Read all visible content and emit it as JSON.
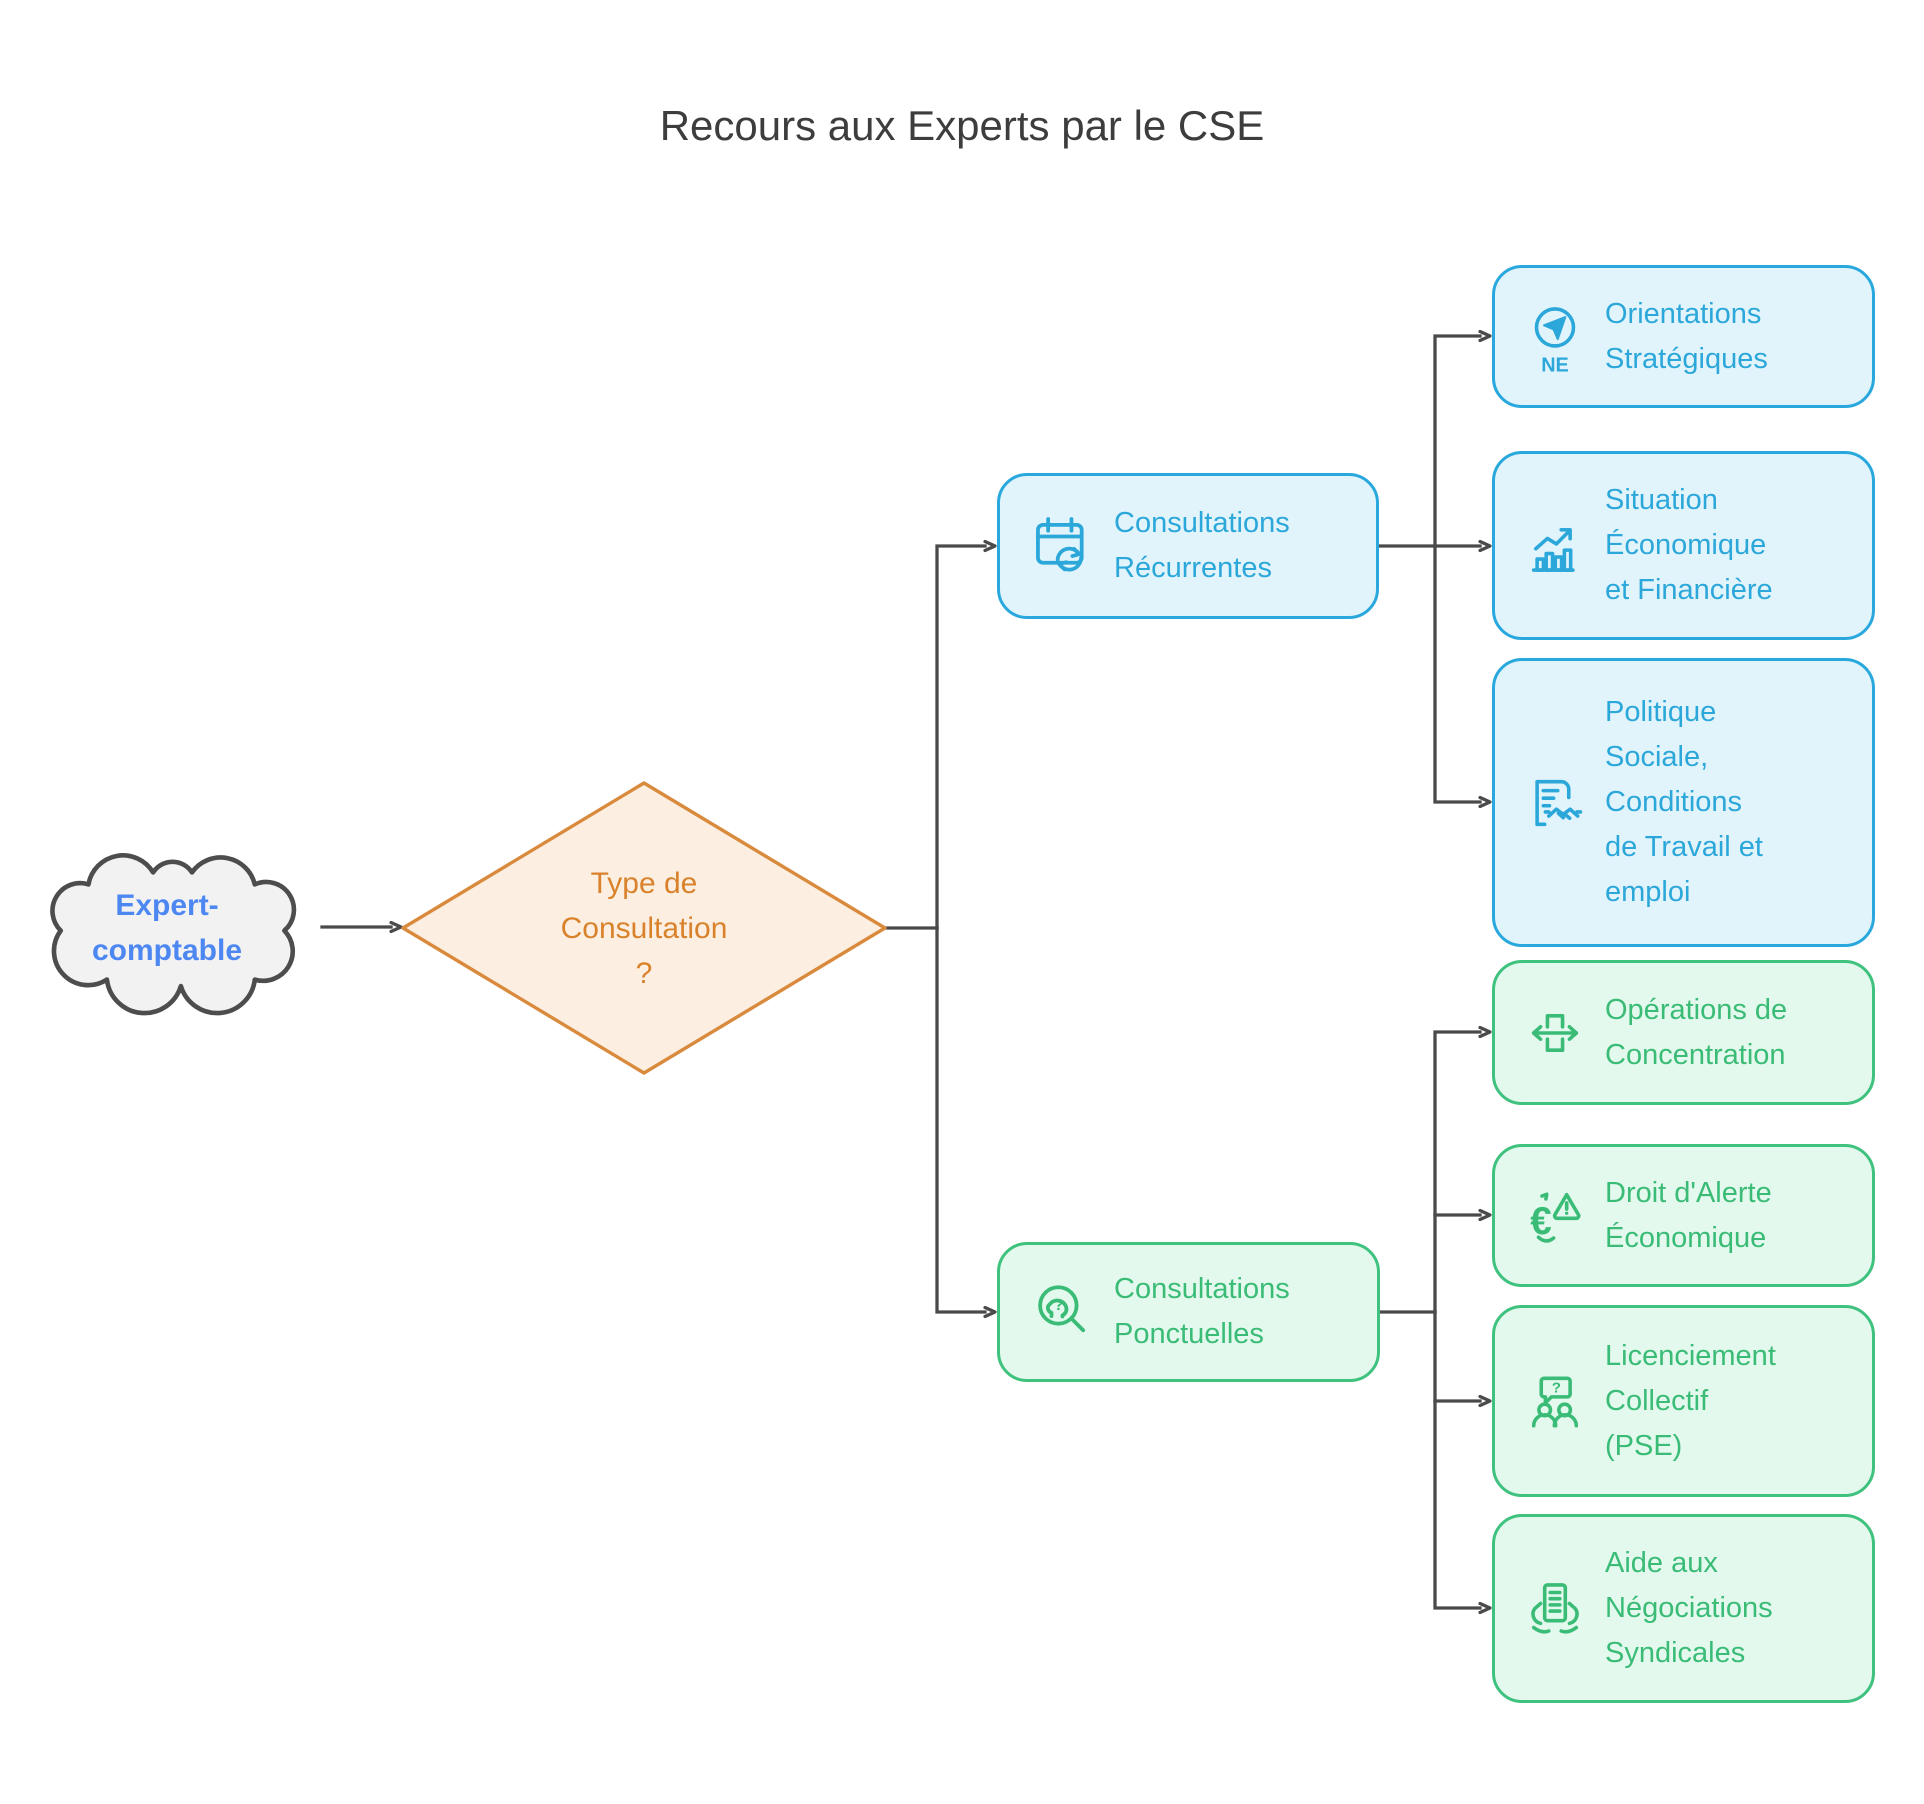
{
  "title": "Recours aux Experts par le CSE",
  "nodes": {
    "expert": {
      "label": "Expert-\ncomptable",
      "shape": "cloud"
    },
    "decision": {
      "label": "Type de\nConsultation\n?",
      "shape": "diamond"
    },
    "recurrentes": {
      "label": "Consultations\nRécurrentes",
      "icon": "calendar-sync-icon"
    },
    "ponctuelles": {
      "label": "Consultations\nPonctuelles",
      "icon": "magnifier-question-icon"
    },
    "orientations": {
      "label": "Orientations\nStratégiques",
      "icon": "compass-ne-icon"
    },
    "situation": {
      "label": "Situation\nÉconomique\net Financière",
      "icon": "chart-growth-icon"
    },
    "politique": {
      "label": "Politique\nSociale,\nConditions\nde Travail et\nemploi",
      "icon": "document-handshake-icon"
    },
    "operations": {
      "label": "Opérations de\nConcentration",
      "icon": "merge-arrows-icon"
    },
    "alerte": {
      "label": "Droit d'Alerte\nÉconomique",
      "icon": "euro-alert-icon"
    },
    "licenciement": {
      "label": "Licenciement\nCollectif\n(PSE)",
      "icon": "people-question-icon"
    },
    "negociations": {
      "label": "Aide aux\nNégociations\nSyndicales",
      "icon": "hands-document-icon"
    }
  },
  "icon_texts": {
    "compass": "NE",
    "euro": "€",
    "magnifier_q": "?",
    "bubble_q": "?"
  },
  "colors": {
    "blue_border": "#29A8DD",
    "blue_fill": "#E2F4FB",
    "blue_text": "#2BA7DA",
    "green_border": "#3EC27E",
    "green_fill": "#E3F9ED",
    "green_text": "#3ABC77",
    "orange_border": "#D98A3D",
    "orange_fill": "#FCEFE1",
    "orange_text": "#D9822B",
    "edge": "#4A4A4A",
    "cloud_fill": "#F2F2F2",
    "cloud_border": "#4D4D4D",
    "cloud_text": "#4D87F2",
    "title_text": "#3D3D3D"
  }
}
